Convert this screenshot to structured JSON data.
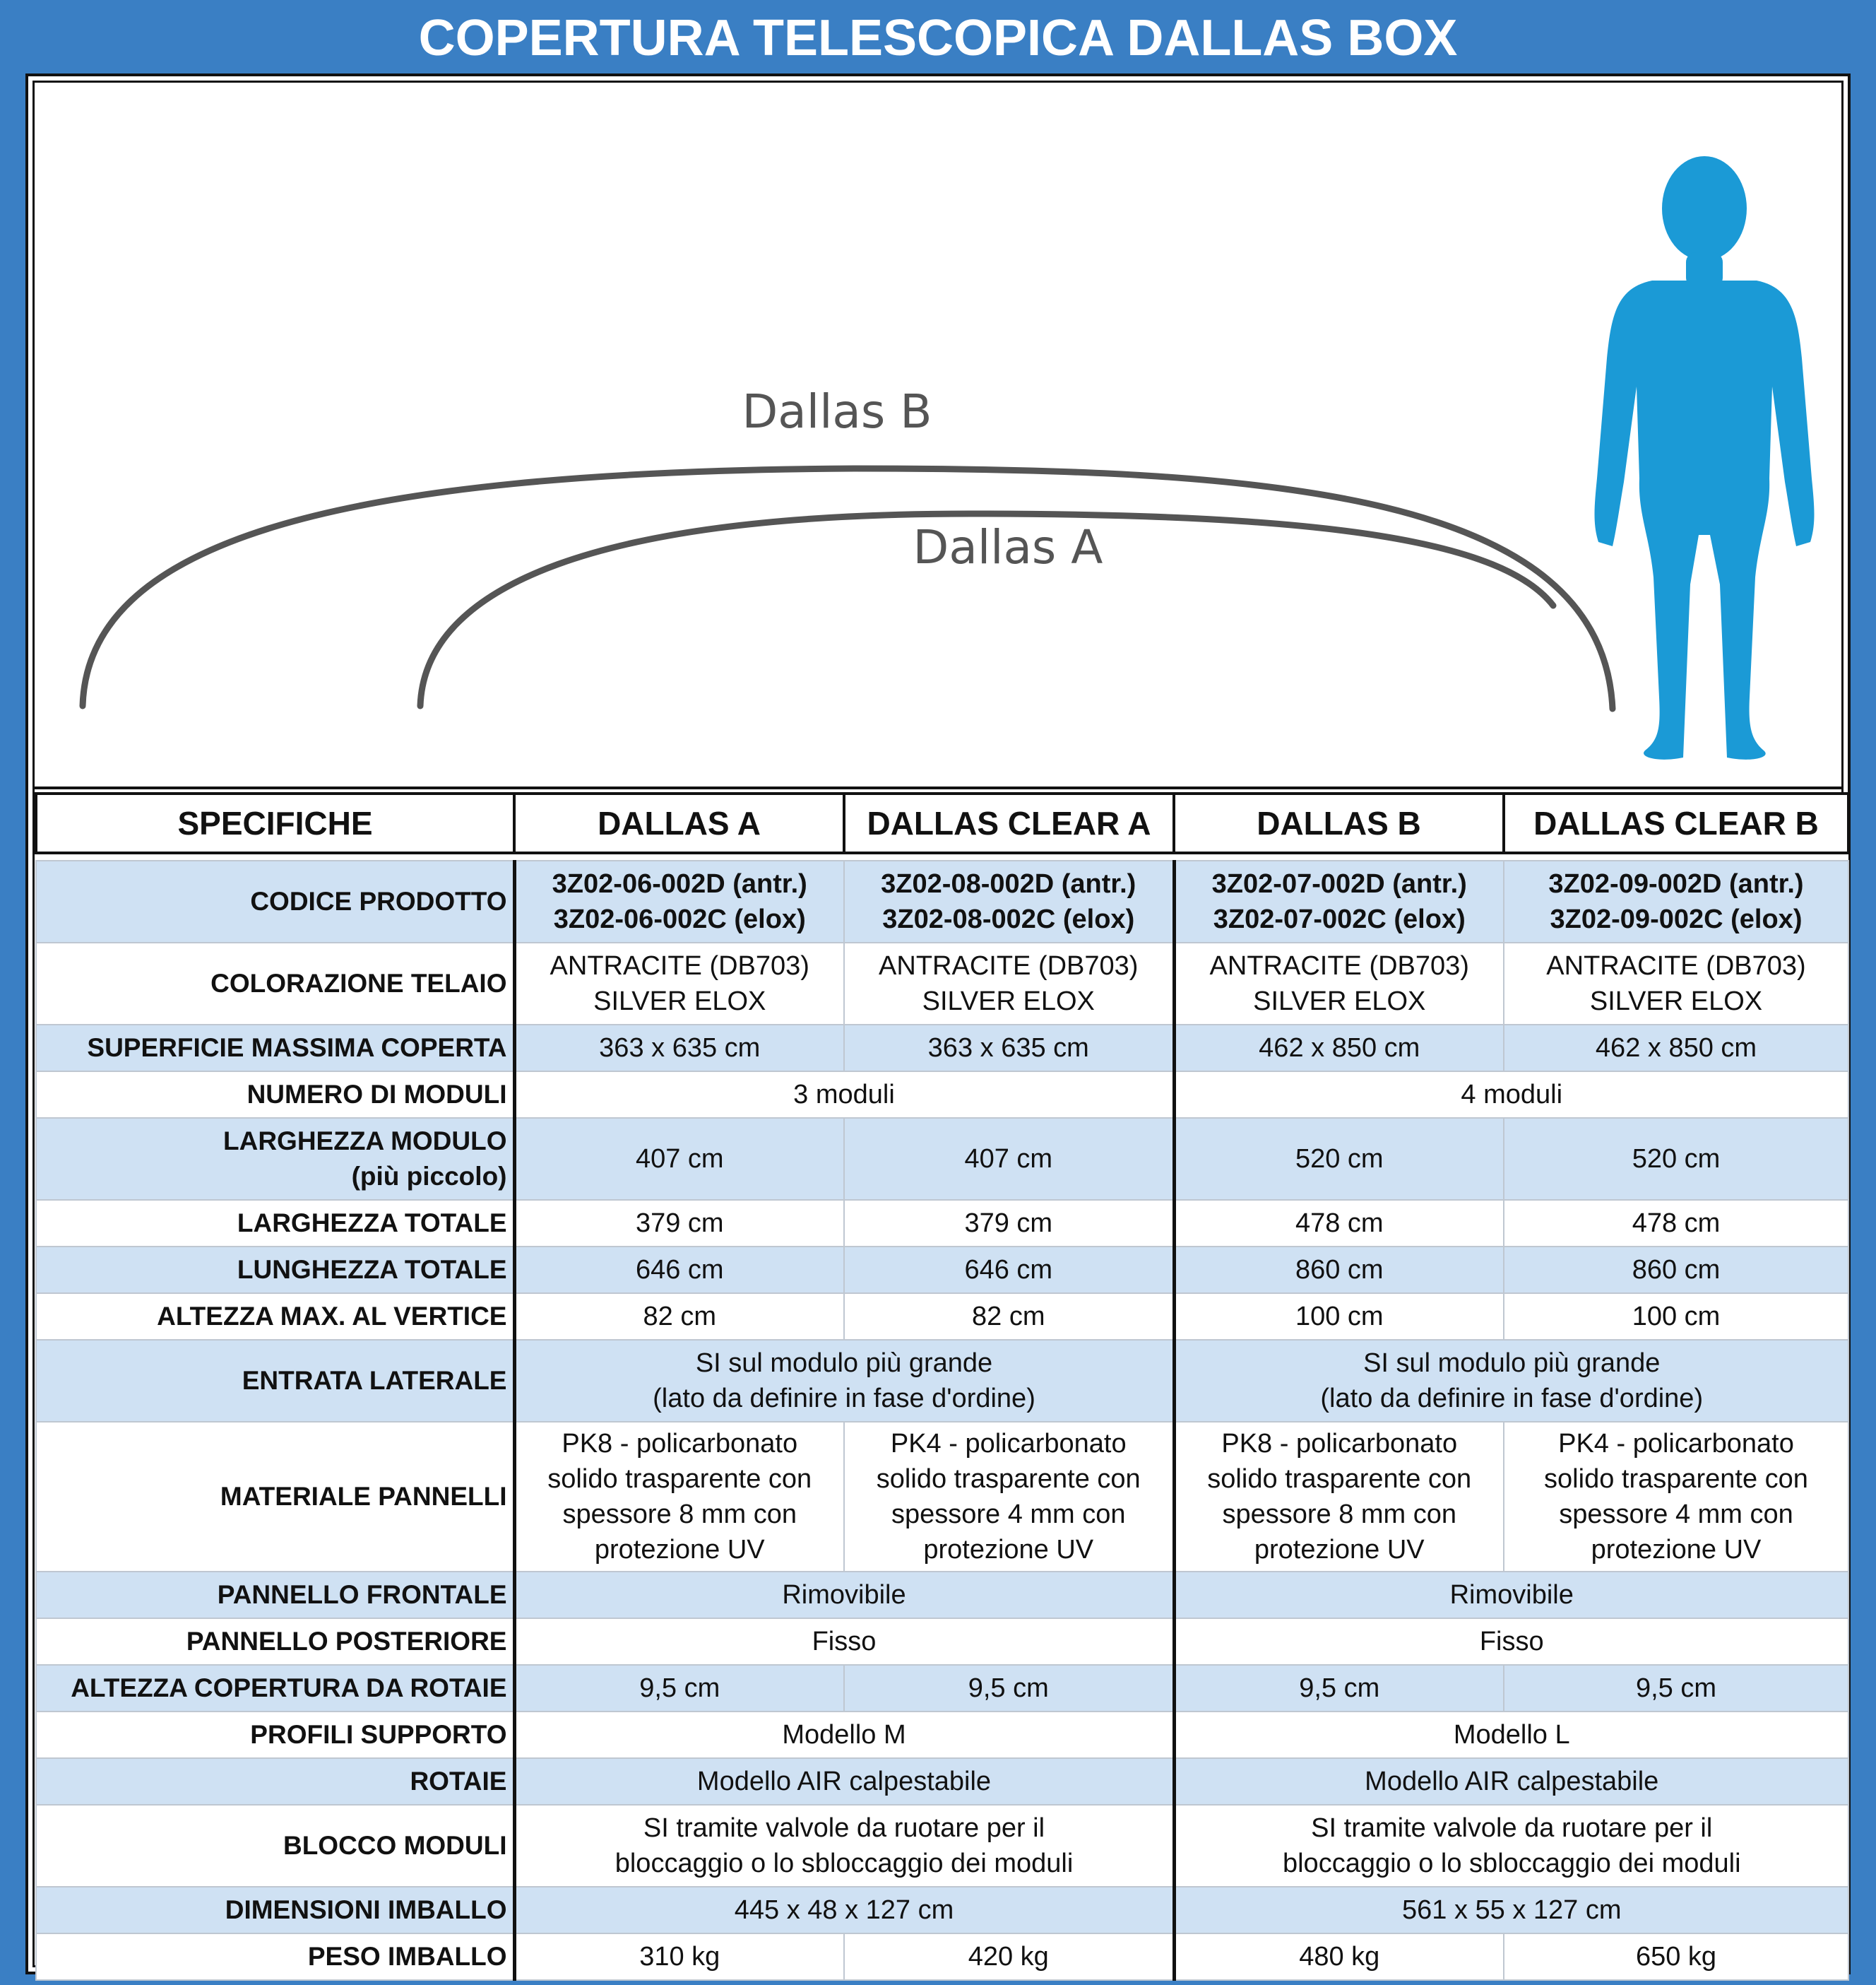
{
  "title": "COPERTURA TELESCOPICA DALLAS BOX",
  "diagram": {
    "label_b": "Dallas B",
    "label_a": "Dallas A",
    "person_color": "#1b9ad6",
    "arc_color": "#555555"
  },
  "colors": {
    "frame": "#3a7fc4",
    "row_blue": "#cfe1f3"
  },
  "table": {
    "headers": [
      "SPECIFICHE",
      "DALLAS A",
      "DALLAS CLEAR A",
      "DALLAS B",
      "DALLAS CLEAR B"
    ],
    "rows": {
      "codice": {
        "label": "CODICE PRODOTTO",
        "a": [
          "3Z02-06-002D (antr.)",
          "3Z02-06-002C (elox)"
        ],
        "ca": [
          "3Z02-08-002D (antr.)",
          "3Z02-08-002C (elox)"
        ],
        "b": [
          "3Z02-07-002D (antr.)",
          "3Z02-07-002C (elox)"
        ],
        "cb": [
          "3Z02-09-002D (antr.)",
          "3Z02-09-002C (elox)"
        ]
      },
      "colorazione": {
        "label": "COLORAZIONE TELAIO",
        "value": [
          "ANTRACITE (DB703)",
          "SILVER ELOX"
        ]
      },
      "superficie": {
        "label": "SUPERFICIE MASSIMA COPERTA",
        "a": "363 x 635 cm",
        "ca": "363 x 635 cm",
        "b": "462 x 850 cm",
        "cb": "462 x 850 cm"
      },
      "moduli": {
        "label": "NUMERO DI MODULI",
        "a": "3 moduli",
        "b": "4 moduli"
      },
      "larghezza_modulo": {
        "label": [
          "LARGHEZZA MODULO",
          "(più piccolo)"
        ],
        "a": "407 cm",
        "ca": "407 cm",
        "b": "520 cm",
        "cb": "520 cm"
      },
      "larghezza_totale": {
        "label": "LARGHEZZA TOTALE",
        "a": "379 cm",
        "ca": "379 cm",
        "b": "478 cm",
        "cb": "478 cm"
      },
      "lunghezza_totale": {
        "label": "LUNGHEZZA TOTALE",
        "a": "646 cm",
        "ca": "646 cm",
        "b": "860 cm",
        "cb": "860 cm"
      },
      "altezza_vertice": {
        "label": "ALTEZZA MAX. AL VERTICE",
        "a": "82 cm",
        "ca": "82 cm",
        "b": "100 cm",
        "cb": "100 cm"
      },
      "entrata": {
        "label": "ENTRATA LATERALE",
        "a": [
          "SI sul modulo più grande",
          "(lato da definire in fase d'ordine)"
        ],
        "b": [
          "SI sul modulo più grande",
          "(lato da definire in fase d'ordine)"
        ]
      },
      "materiale": {
        "label": "MATERIALE PANNELLI",
        "a": [
          "PK8 - policarbonato",
          "solido trasparente con",
          "spessore 8 mm con",
          "protezione UV"
        ],
        "ca": [
          "PK4 - policarbonato",
          "solido trasparente con",
          "spessore 4 mm con",
          "protezione UV"
        ],
        "b": [
          "PK8 - policarbonato",
          "solido trasparente con",
          "spessore 8 mm con",
          "protezione UV"
        ],
        "cb": [
          "PK4 - policarbonato",
          "solido trasparente con",
          "spessore 4 mm con",
          "protezione UV"
        ]
      },
      "frontale": {
        "label": "PANNELLO FRONTALE",
        "a": "Rimovibile",
        "b": "Rimovibile"
      },
      "posteriore": {
        "label": "PANNELLO POSTERIORE",
        "a": "Fisso",
        "b": "Fisso"
      },
      "altezza_rotaie": {
        "label": "ALTEZZA COPERTURA DA ROTAIE",
        "a": "9,5 cm",
        "ca": "9,5 cm",
        "b": "9,5 cm",
        "cb": "9,5 cm"
      },
      "profili": {
        "label": "PROFILI SUPPORTO",
        "a": "Modello M",
        "b": "Modello L"
      },
      "rotaie": {
        "label": "ROTAIE",
        "a": "Modello AIR calpestabile",
        "b": "Modello AIR calpestabile"
      },
      "blocco": {
        "label": "BLOCCO MODULI",
        "a": [
          "SI tramite valvole da ruotare per il",
          "bloccaggio o lo sbloccaggio dei moduli"
        ],
        "b": [
          "SI tramite valvole da ruotare per il",
          "bloccaggio o lo sbloccaggio dei moduli"
        ]
      },
      "imballo_dim": {
        "label": "DIMENSIONI IMBALLO",
        "a": "445 x 48 x 127 cm",
        "b": "561 x 55 x 127 cm"
      },
      "peso": {
        "label": "PESO IMBALLO",
        "a": "310 kg",
        "ca": "420 kg",
        "b": "480 kg",
        "cb": "650 kg"
      }
    }
  }
}
